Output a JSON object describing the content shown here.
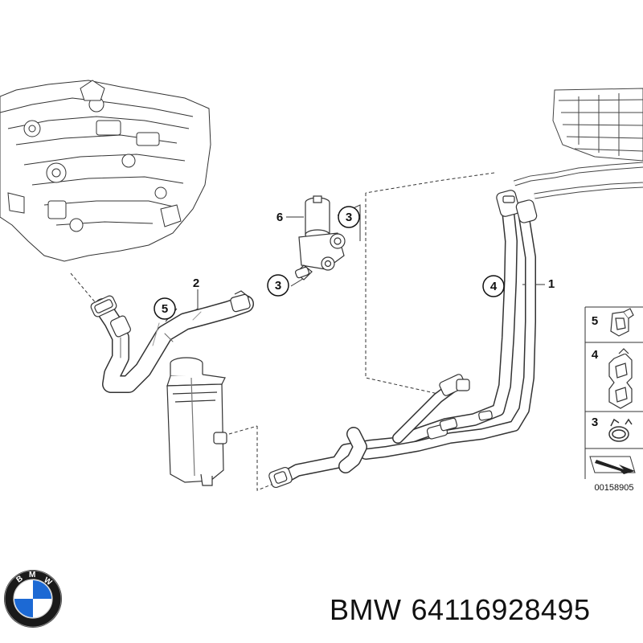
{
  "callouts": {
    "c1": "1",
    "c2": "2",
    "c3a": "3",
    "c3b": "3",
    "c4": "4",
    "c5": "5",
    "c6": "6"
  },
  "legend": {
    "items": [
      {
        "label": "5",
        "icon": "hose-clamp-icon"
      },
      {
        "label": "4",
        "icon": "double-clip-icon"
      },
      {
        "label": "3",
        "icon": "spring-clamp-icon"
      }
    ],
    "code": "00158905"
  },
  "brand": {
    "logo_letters": "BMW",
    "logo_colors": {
      "ring": "#1a1a1a",
      "blue": "#1c69d4",
      "white": "#ffffff"
    }
  },
  "caption": {
    "brand": "BMW",
    "part_number": "64116928495"
  }
}
